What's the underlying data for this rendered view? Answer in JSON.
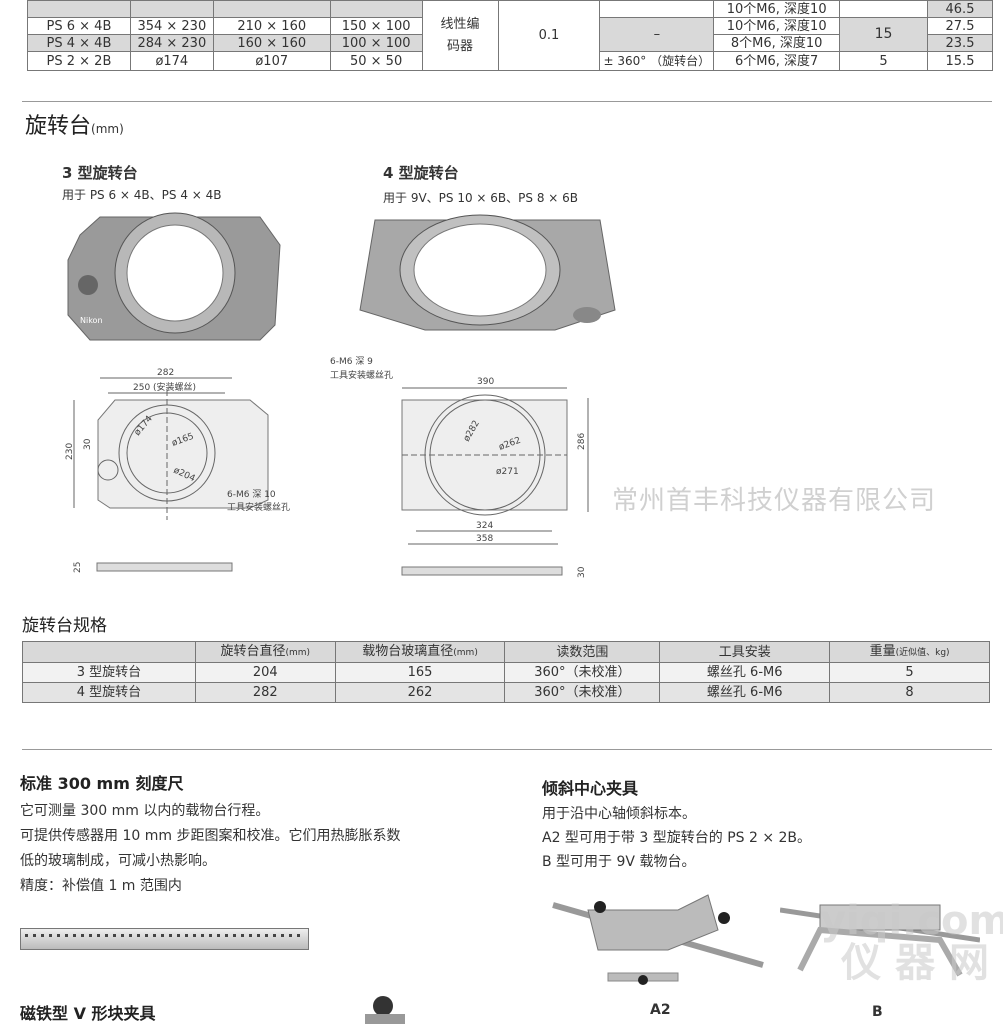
{
  "top_table": {
    "rows": [
      {
        "model": "",
        "a": "",
        "b": "",
        "c": "",
        "rot": "",
        "holes": "10个M6, 深度10",
        "load": "",
        "weight": "46.5"
      },
      {
        "model": "PS 6 × 4B",
        "a": "354 × 230",
        "b": "210 × 160",
        "c": "150 × 100",
        "holes": "10个M6, 深度10",
        "weight": "27.5"
      },
      {
        "model": "PS 4 × 4B",
        "a": "284 × 230",
        "b": "160 × 160",
        "c": "100 × 100",
        "holes": "8个M6, 深度10",
        "weight": "23.5"
      },
      {
        "model": "PS 2 × 2B",
        "a": "ø174",
        "b": "ø107",
        "c": "50 × 50",
        "rot": "± 360° （旋转台）",
        "holes": "6个M6, 深度7",
        "load": "5",
        "weight": "15.5"
      }
    ],
    "encoder": "线性编码器",
    "resolution": "0.1",
    "rot_dash": "–",
    "load_15": "15"
  },
  "rotary": {
    "title": "旋转台",
    "unit": "(mm)",
    "type3": {
      "title": "3 型旋转台",
      "subtitle": "用于 PS 6 × 4B、PS 4 × 4B",
      "dims": {
        "w": "282",
        "screw": "250 (安装螺丝)",
        "h": "230",
        "off": "30",
        "d1": "ø174",
        "d2": "ø165",
        "d3": "ø204",
        "hole": "6-M6 深 10",
        "hole2": "工具安装螺丝孔",
        "thick": "25"
      },
      "logo": "Nikon"
    },
    "type4": {
      "title": "4 型旋转台",
      "subtitle": "用于 9V、PS 10 × 6B、PS 8 × 6B",
      "dims": {
        "hole": "6-M6 深 9",
        "hole2": "工具安装螺丝孔",
        "w": "390",
        "h": "286",
        "d1": "ø282",
        "d2": "ø262",
        "d3": "ø271",
        "w2": "324",
        "w3": "358",
        "thick": "30"
      }
    }
  },
  "watermark": "常州首丰科技仪器有限公司",
  "spec": {
    "title": "旋转台规格",
    "headers": [
      "",
      "旋转台直径",
      "载物台玻璃直径",
      "读数范围",
      "工具安装",
      "重量"
    ],
    "header_notes": [
      "",
      "(mm)",
      "(mm)",
      "",
      "",
      "(近似值、kg)"
    ],
    "rows": [
      [
        "3 型旋转台",
        "204",
        "165",
        "360°（未校准）",
        "螺丝孔 6-M6",
        "5"
      ],
      [
        "4 型旋转台",
        "282",
        "262",
        "360°（未校准）",
        "螺丝孔 6-M6",
        "8"
      ]
    ]
  },
  "scale": {
    "title": "标准 300 mm 刻度尺",
    "lines": [
      "它可测量 300 mm 以内的载物台行程。",
      "可提供传感器用 10 mm 步距图案和校准。它们用热膨胀系数",
      "低的玻璃制成，可减小热影响。",
      "精度：补偿值 1 m 范围内"
    ]
  },
  "tilt": {
    "title": "倾斜中心夹具",
    "lines": [
      "用于沿中心轴倾斜标本。",
      "A2 型可用于带 3 型旋转台的 PS 2 × 2B。",
      "B 型可用于 9V 载物台。"
    ],
    "label_a2": "A2",
    "label_b": "B"
  },
  "vblock": {
    "title": "磁铁型 V 形块夹具"
  },
  "site_watermark": {
    "line1": "yiqi.com",
    "line2": "仪 器 网"
  }
}
